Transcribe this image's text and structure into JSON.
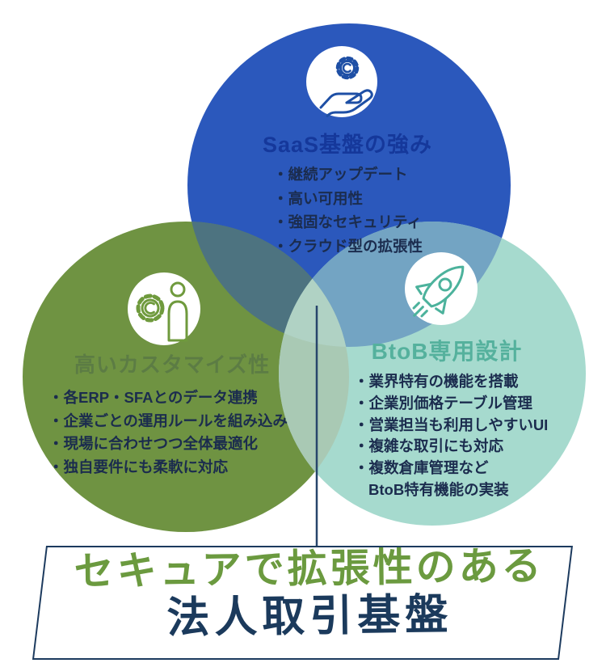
{
  "colors": {
    "blue_circle": "#2B58BC",
    "green_circle": "#6F9342",
    "teal_circle": "#A6DACE",
    "blue_green_overlap": "#4D7380",
    "blue_teal_overlap": "#73A4C3",
    "green_teal_overlap": "#A9C9B4",
    "triple_overlap": "#B0D2C4",
    "bullet_text": "#1B2C4E",
    "saas_title": "#15389B",
    "customize_title": "rgba(27,45,78,0.22)",
    "btob_title": "#55B19D",
    "banner_line1": "#6B9A3F",
    "banner_line2": "#1B3A5C",
    "connector_line": "#27456B",
    "gear_hand_icon": "#1E4FA5",
    "gear_person_icon": "#6F9A3D",
    "rocket_icon": "#4CB29C"
  },
  "venn": {
    "saas": {
      "icon": "gear-hand-icon",
      "title": "SaaS基盤の強み",
      "bullets": [
        "・継続アップデート",
        "・高い可用性",
        "・強固なセキュリティ",
        "・クラウド型の拡張性"
      ]
    },
    "customize": {
      "icon": "gear-person-icon",
      "title": "高いカスタマイズ性",
      "bullets": [
        "・各ERP・SFAとのデータ連携",
        "・企業ごとの運用ルールを組み込み",
        "・現場に合わせつつ全体最適化",
        "・独自要件にも柔軟に対応"
      ]
    },
    "btob": {
      "icon": "rocket-icon",
      "title": "BtoB専用設計",
      "bullets": [
        "・業界特有の機能を搭載",
        "・企業別価格テーブル管理",
        "・営業担当も利用しやすいUI",
        "・複雑な取引にも対応",
        "・複数倉庫管理など"
      ],
      "bullet_continuation": "BtoB特有機能の実装"
    }
  },
  "banner": {
    "line1": "セキュアで拡張性のある",
    "line2": "法人取引基盤"
  }
}
